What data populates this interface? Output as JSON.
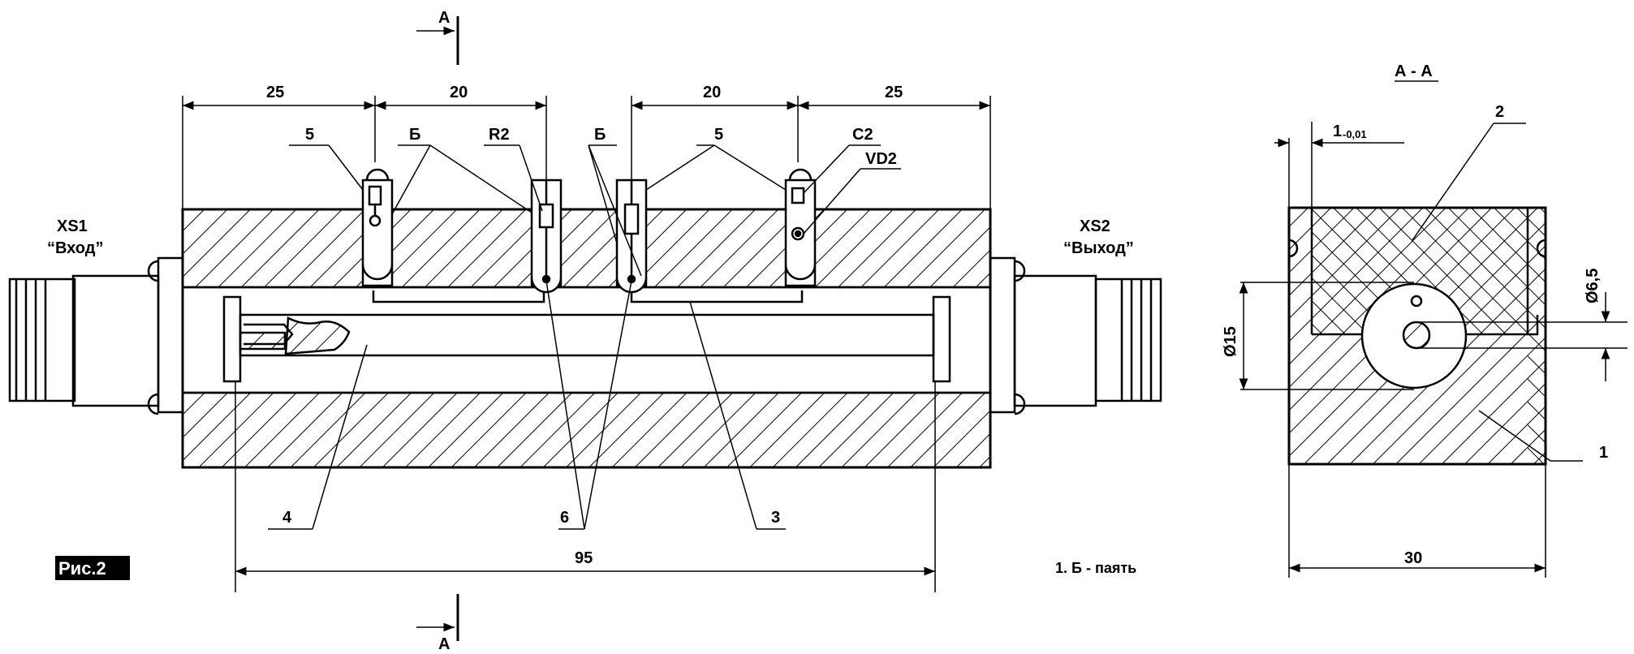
{
  "figure_tag": "Рис.2",
  "section_marks": {
    "top": "А",
    "bottom": "А"
  },
  "section_title": "А - А",
  "dimensions": {
    "top_d1": "25",
    "top_d2": "20",
    "top_d3": "20",
    "top_d4": "25",
    "overall": "95",
    "section_width": "30",
    "section_tolerance": "1",
    "section_tolerance_sub": "-0,01",
    "section_d15": "Ø15",
    "section_d65": "Ø6,5"
  },
  "connectors": {
    "input_name": "XS1",
    "input_label": "“Вход”",
    "output_name": "XS2",
    "output_label": "“Выход”"
  },
  "callouts": {
    "c5a": "5",
    "cB1": "Б",
    "cR2": "R2",
    "cB2": "Б",
    "c5b": "5",
    "cC2": "C2",
    "cVD2": "VD2",
    "c4": "4",
    "c6": "6",
    "c3": "3",
    "c2": "2",
    "c1": "1"
  },
  "note": "1. Б - паять"
}
